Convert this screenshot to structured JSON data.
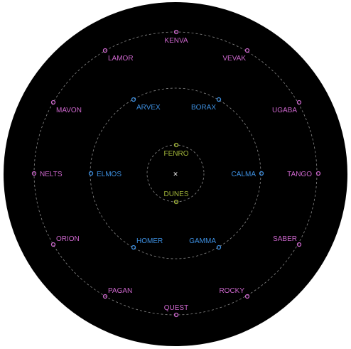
{
  "colors": {
    "background": "#000000",
    "rim": "#ffffff",
    "range_ring": "#8a8a8a",
    "outer_ring": "#cc66cc",
    "middle_ring": "#3d8fe0",
    "inner_ring": "#a4b83a",
    "center": "#ffffff"
  },
  "center_mark": "×",
  "waypoints": {
    "outer": [
      {
        "label": "KENVA"
      },
      {
        "label": "VEVAK"
      },
      {
        "label": "UGABA"
      },
      {
        "label": "TANGO"
      },
      {
        "label": "SABER"
      },
      {
        "label": "ROCKY"
      },
      {
        "label": "QUEST"
      },
      {
        "label": "PAGAN"
      },
      {
        "label": "ORION"
      },
      {
        "label": "NELTS"
      },
      {
        "label": "MAVON"
      },
      {
        "label": "LAMOR"
      }
    ],
    "middle": [
      {
        "label": "BORAX"
      },
      {
        "label": "CALMA"
      },
      {
        "label": "GAMMA"
      },
      {
        "label": "HOMER"
      },
      {
        "label": "ELMOS"
      },
      {
        "label": "ARVEX"
      }
    ],
    "inner": [
      {
        "label": "FENRO"
      },
      {
        "label": "DUNES"
      }
    ]
  }
}
